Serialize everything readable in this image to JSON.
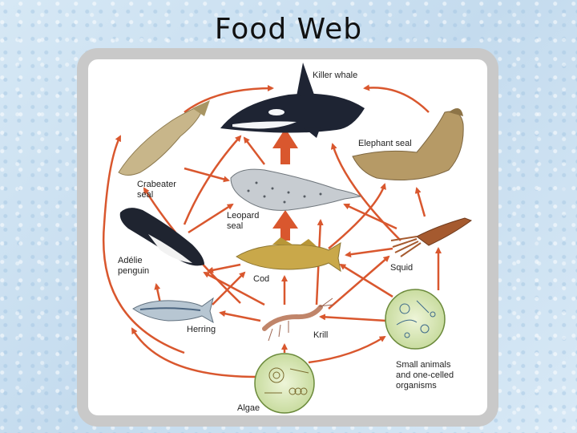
{
  "title": "Food Web",
  "colors": {
    "arrow": "#d9572e",
    "frame": "#c9c9c9",
    "background": "#cfe3f2"
  },
  "organisms": {
    "killer_whale": "Killer whale",
    "elephant_seal": "Elephant seal",
    "crabeater_seal": [
      "Crabeater",
      "seal"
    ],
    "leopard_seal": [
      "Leopard",
      "seal"
    ],
    "adelie_penguin": [
      "Adélie",
      "penguin"
    ],
    "cod": "Cod",
    "squid": "Squid",
    "herring": "Herring",
    "krill": "Krill",
    "small_animals": [
      "Small animals",
      "and one-celled",
      "organisms"
    ],
    "algae": "Algae"
  }
}
